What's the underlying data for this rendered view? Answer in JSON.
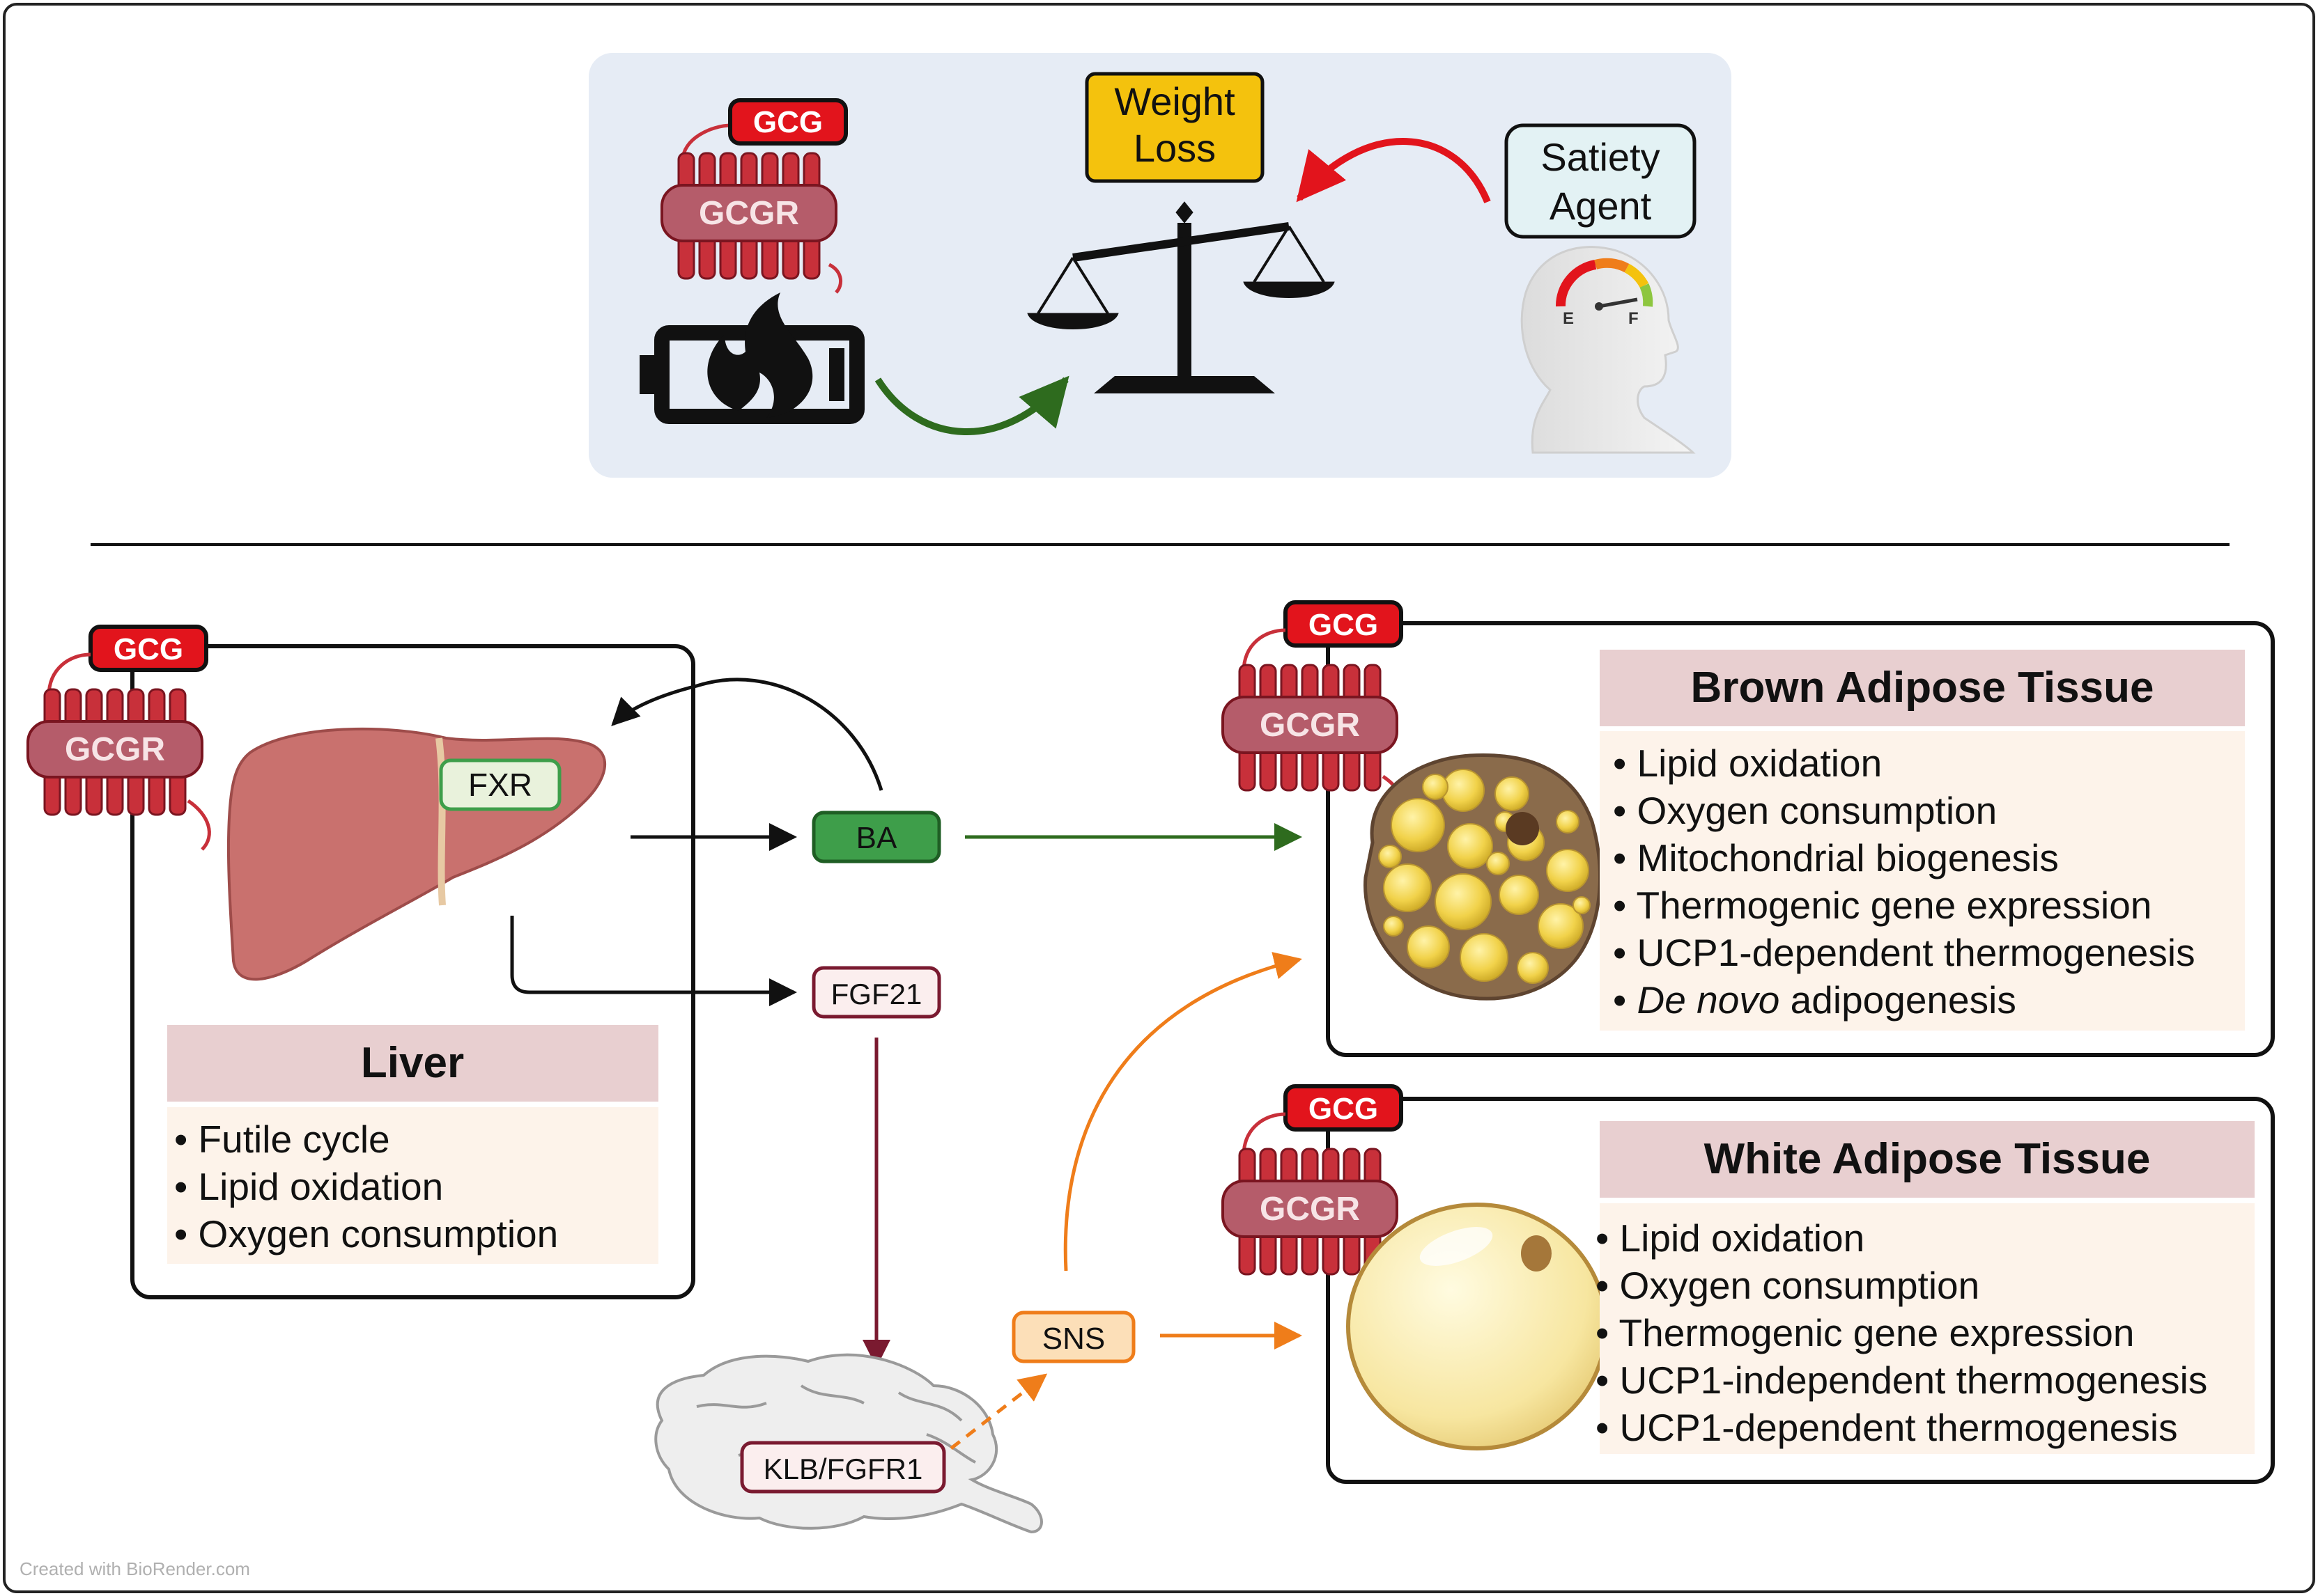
{
  "top_panel": {
    "weight_loss_line1": "Weight",
    "weight_loss_line2": "Loss",
    "satiety_line1": "Satiety",
    "satiety_line2": "Agent",
    "gauge_empty": "E",
    "gauge_full": "F",
    "gcg_label": "GCG",
    "gcgr_label": "GCGR"
  },
  "liver": {
    "gcg_label": "GCG",
    "gcgr_label": "GCGR",
    "fxr_label": "FXR",
    "title": "Liver",
    "effects": [
      "Futile cycle",
      "Lipid oxidation",
      "Oxygen consumption"
    ]
  },
  "signals": {
    "ba": "BA",
    "fgf21": "FGF21",
    "sns": "SNS",
    "klb_fgfr1": "KLB/FGFR1"
  },
  "bat": {
    "gcg_label": "GCG",
    "gcgr_label": "GCGR",
    "title": "Brown Adipose Tissue",
    "effects": [
      "Lipid oxidation",
      "Oxygen consumption",
      "Mitochondrial biogenesis",
      "Thermogenic gene expression",
      "UCP1-dependent thermogenesis"
    ],
    "last_effect_italic": "De novo",
    "last_effect_rest": " adipogenesis"
  },
  "wat": {
    "gcg_label": "GCG",
    "gcgr_label": "GCGR",
    "title": "White Adipose Tissue",
    "effects": [
      "Lipid oxidation",
      "Oxygen consumption",
      "Thermogenic gene expression",
      "UCP1-independent thermogenesis",
      "UCP1-dependent thermogenesis"
    ]
  },
  "footer": {
    "credit": "Created with BioRender.com"
  },
  "colors": {
    "gcg_red": "#e2141c",
    "gcgr_fill": "#b55c6a",
    "receptor_red": "#c8303a",
    "title_bg": "#e8cfd0",
    "list_bg": "#fdf3ea",
    "ba_green": "#3e9e4a",
    "arrow_green": "#2e6b1e",
    "arrow_maroon": "#7a1a30",
    "arrow_orange": "#ef7d1a",
    "weight_loss_yellow": "#f4c20d",
    "satiety_bg": "#e3f2f4",
    "panel_bg": "#e6ecf5"
  }
}
